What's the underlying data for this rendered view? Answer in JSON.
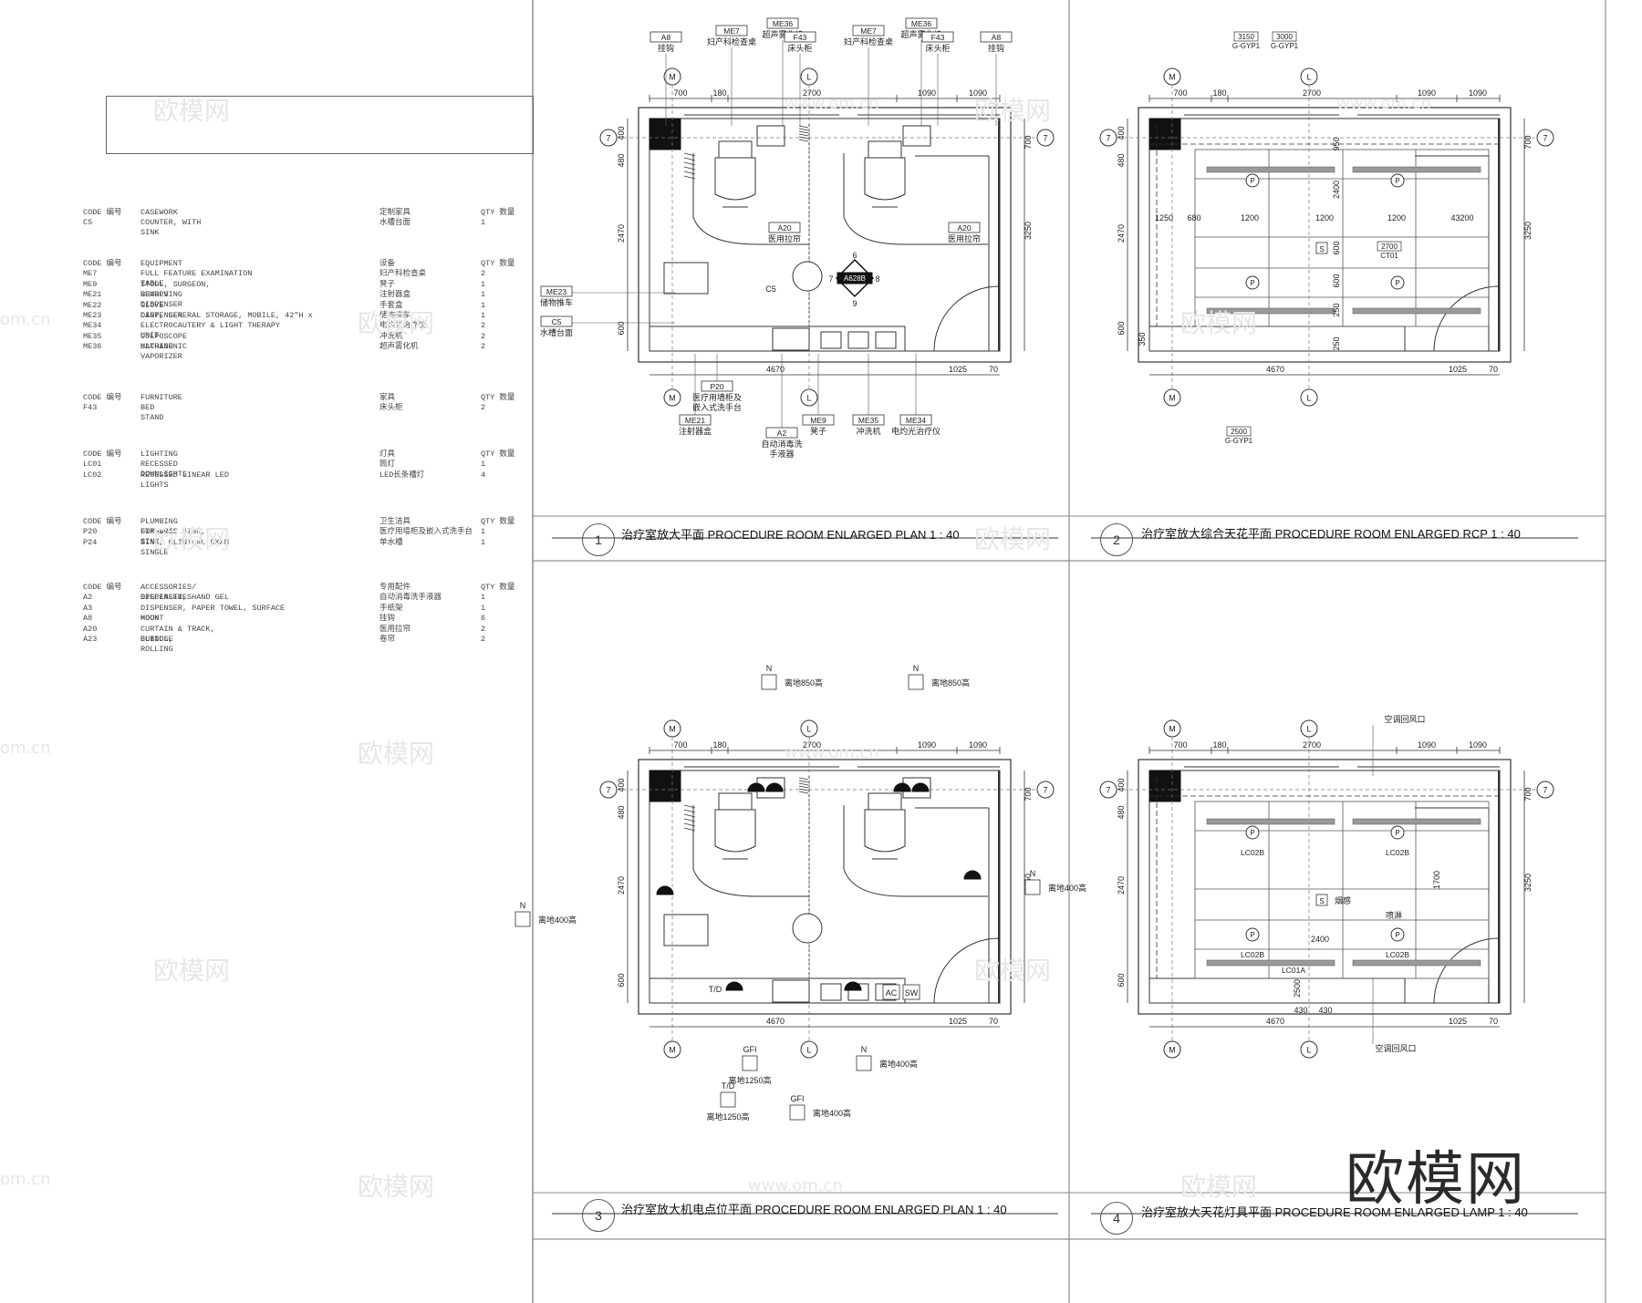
{
  "schedule": {
    "groups": [
      {
        "header": {
          "code": "CODE 编号",
          "desc": "CASEWORK",
          "cn": "定制家具",
          "qty": "QTY 数量"
        },
        "rows": [
          {
            "code": "C5",
            "desc": "COUNTER, WITH\nSINK",
            "cn": "水槽台面",
            "qty": "1"
          }
        ]
      },
      {
        "header": {
          "code": "CODE 编号",
          "desc": "EQUIPMENT",
          "cn": "设备",
          "qty": "QTY 数量"
        },
        "rows": [
          {
            "code": "ME7",
            "desc": "FULL FEATURE EXAMINATION\nTABLE",
            "cn": "妇产科检查桌",
            "qty": "2"
          },
          {
            "code": "ME9",
            "desc": "STOOL, SURGEON,\nREVOLVING",
            "cn": "凳子",
            "qty": "1"
          },
          {
            "code": "ME21",
            "desc": "SHARPS\nDISPENSER",
            "cn": "注射器盒",
            "qty": "1"
          },
          {
            "code": "ME22",
            "desc": "GLOVE\nDISPENSER",
            "cn": "手套盒",
            "qty": "1"
          },
          {
            "code": "ME23",
            "desc": "CART, GENERAL STORAGE, MOBILE, 42\"H x",
            "cn": "储物推车",
            "qty": "1"
          },
          {
            "code": "ME34",
            "desc": "ELECTROCAUTERY & LIGHT THERAPY\nUNIT",
            "cn": "电灼光治疗仪",
            "qty": "2"
          },
          {
            "code": "ME35",
            "desc": "COLPOSCOPE\nMACHINE",
            "cn": "冲洗机",
            "qty": "2"
          },
          {
            "code": "ME36",
            "desc": "ULTRASONIC\nVAPORIZER",
            "cn": "超声雾化机",
            "qty": "2"
          }
        ]
      },
      {
        "header": {
          "code": "CODE 编号",
          "desc": "FURNITURE",
          "cn": "家具",
          "qty": "QTY 数量"
        },
        "rows": [
          {
            "code": "F43",
            "desc": "BED\nSTAND",
            "cn": "床头柜",
            "qty": "2"
          }
        ]
      },
      {
        "header": {
          "code": "CODE 编号",
          "desc": "LIGHTING",
          "cn": "灯具",
          "qty": "QTY 数量"
        },
        "rows": [
          {
            "code": "LC01",
            "desc": "RECESSED\nDOWNLIGHTS",
            "cn": "筒灯",
            "qty": "1"
          },
          {
            "code": "LC02",
            "desc": "RECESSED LINEAR LED\nLIGHTS",
            "cn": "LED长条槽灯",
            "qty": "4"
          }
        ]
      },
      {
        "header": {
          "code": "CODE 编号",
          "desc": "PLUMBING\nFIXTURES",
          "cn": "卫生洁具",
          "qty": "QTY 数量"
        },
        "rows": [
          {
            "code": "P20",
            "desc": "SURGICAL SINK,\nSINK",
            "cn": "医疗用墙柜及嵌入式洗手台",
            "qty": "1"
          },
          {
            "code": "P24",
            "desc": "SINK, CLINICAL EXAM\nSINGLE",
            "cn": "单水槽",
            "qty": "1"
          }
        ]
      },
      {
        "header": {
          "code": "CODE 编号",
          "desc": "ACCESSORIES/\nSPECIALTIES",
          "cn": "专用配件",
          "qty": "QTY 数量"
        },
        "rows": [
          {
            "code": "A2",
            "desc": "DISPENSER, HAND GEL",
            "cn": "自动消毒洗手液器",
            "qty": "1"
          },
          {
            "code": "A3",
            "desc": "DISPENSER, PAPER TOWEL, SURFACE\nMOUNT",
            "cn": "手纸架",
            "qty": "1"
          },
          {
            "code": "A8",
            "desc": "HOOK",
            "cn": "挂钩",
            "qty": "6"
          },
          {
            "code": "A20",
            "desc": "CURTAIN & TRACK,\nCUBICLE",
            "cn": "医用拉帘",
            "qty": "2"
          },
          {
            "code": "A23",
            "desc": "BLINDS,\nROLLING",
            "cn": "卷帘",
            "qty": "2"
          }
        ]
      }
    ]
  },
  "drawings": [
    {
      "num": "1",
      "title": "治疗室放大平面 PROCEDURE ROOM ENLARGED PLAN    1 : 40"
    },
    {
      "num": "2",
      "title": "治疗室放大综合天花平面 PROCEDURE ROOM ENLARGED RCP    1 : 40"
    },
    {
      "num": "3",
      "title": "治疗室放大机电点位平面 PROCEDURE ROOM ENLARGED PLAN    1 : 40"
    },
    {
      "num": "4",
      "title": "治疗室放大天花灯具平面 PROCEDURE ROOM ENLARGED LAMP    1 : 40"
    }
  ],
  "plan_labels": {
    "grid_m": "M",
    "grid_l": "L",
    "grid_7": "7",
    "dims_top": [
      "700",
      "180",
      "2700",
      "1090",
      "1090"
    ],
    "dims_bottom": [
      "4670",
      "1025",
      "70"
    ],
    "dims_left": [
      "480",
      "400",
      "2470",
      "600"
    ],
    "dim_right": "3250",
    "dim_right_top": "700"
  },
  "plan1": {
    "tags_top": [
      {
        "code": "A8",
        "cn": "挂钩"
      },
      {
        "code": "ME7",
        "cn": "妇产科检查桌"
      },
      {
        "code": "ME36",
        "cn": "超声雾化机"
      },
      {
        "code": "F43",
        "cn": "床头柜"
      },
      {
        "code": "ME7",
        "cn": "妇产科检查桌"
      },
      {
        "code": "ME36",
        "cn": "超声雾化机"
      },
      {
        "code": "F43",
        "cn": "床头柜"
      },
      {
        "code": "A8",
        "cn": "挂钩"
      }
    ],
    "a20": {
      "code": "A20",
      "cn": "医用拉帘"
    },
    "left_tags": [
      {
        "code": "ME23",
        "cn": "储物推车"
      },
      {
        "code": "C5",
        "cn": "水槽台面"
      }
    ],
    "bottom_tags": [
      {
        "code": "P20",
        "cn": "医疗用墙柜及\n嵌入式洗手台"
      },
      {
        "code": "ME21",
        "cn": "注射器盒"
      },
      {
        "code": "A2",
        "cn": "自动消毒洗\n手液器"
      },
      {
        "code": "ME9",
        "cn": "凳子"
      },
      {
        "code": "ME35",
        "cn": "冲洗机"
      },
      {
        "code": "ME34",
        "cn": "电灼光治疗仪"
      }
    ],
    "elev_tag": {
      "center": "A628B",
      "n": "6",
      "s": "9",
      "w": "7",
      "e": "8"
    },
    "c5_tag": "C5"
  },
  "plan2": {
    "ceiling_tags": [
      {
        "h": "3150",
        "c": "G-GYP1"
      },
      {
        "h": "3000",
        "c": "G-GYP1"
      },
      {
        "h": "2500",
        "c": "G-GYP1"
      },
      {
        "h": "2700",
        "c": "CT01"
      }
    ],
    "dims_inner": [
      "1250",
      "680",
      "1200",
      "1200",
      "1200",
      "43200"
    ],
    "dims_vert": [
      "2400",
      "600",
      "600",
      "250",
      "350",
      "950",
      "250"
    ],
    "p_label": "P",
    "s_label": "S"
  },
  "plan3": {
    "outlets": [
      {
        "sym": "N",
        "note": "离地850高"
      },
      {
        "sym": "N",
        "note": "离地850高"
      },
      {
        "sym": "N",
        "note": "离地400高"
      },
      {
        "sym": "N",
        "note": "离地400高"
      },
      {
        "sym": "GFI",
        "note": "离地1250高"
      },
      {
        "sym": "T/D",
        "note": "离地1250高"
      },
      {
        "sym": "N",
        "note": "离地400高"
      },
      {
        "sym": "GFI",
        "note": "离地400高"
      }
    ],
    "switch_labels": [
      "AC",
      "SW",
      "T/D"
    ]
  },
  "plan4": {
    "labels": {
      "return_top": "空调回风口",
      "return_bottom": "空调回风口",
      "smoke": "烟感",
      "sprinkler": "喷淋"
    },
    "lamp": "LC02B",
    "lamp_a": "LC01A",
    "dims": [
      "2400",
      "1700",
      "430",
      "430",
      "2500"
    ]
  },
  "watermark": {
    "site": "www.om.cn",
    "brand": "欧模网",
    "short": "om.cn"
  }
}
